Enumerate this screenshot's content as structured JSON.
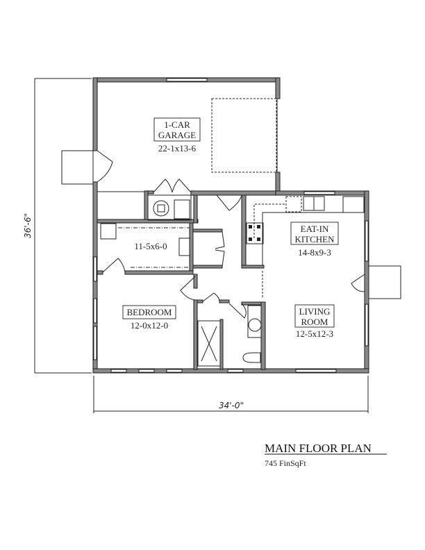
{
  "plan": {
    "title": "MAIN FLOOR PLAN",
    "area": "745 FinSqFt",
    "overall_width": "34'-0\"",
    "overall_depth": "36'-6\""
  },
  "rooms": {
    "garage": {
      "line1": "1-CAR",
      "line2": "GARAGE",
      "size": "22-1x13-6"
    },
    "laundry": {
      "size": "11-5x6-0"
    },
    "kitchen": {
      "line1": "EAT-IN",
      "line2": "KITCHEN",
      "size": "14-8x9-3"
    },
    "bedroom": {
      "line1": "BEDROOM",
      "size": "12-0x12-0"
    },
    "living": {
      "line1": "LIVING",
      "line2": "ROOM",
      "size": "12-5x12-3"
    }
  },
  "colors": {
    "wall_fill": "#8a8a8a",
    "line": "#1a1a1a",
    "background": "#ffffff"
  }
}
